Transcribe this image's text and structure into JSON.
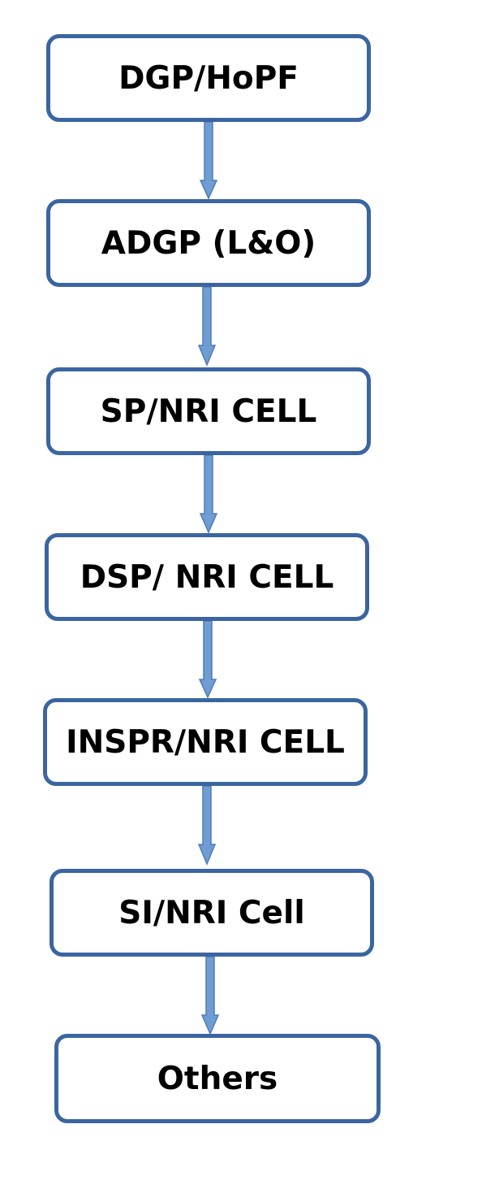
{
  "flowchart": {
    "nodes": [
      {
        "id": "dgp",
        "label": "DGP/HoPF"
      },
      {
        "id": "adgp",
        "label": "ADGP (L&O)"
      },
      {
        "id": "sp",
        "label": "SP/NRI CELL"
      },
      {
        "id": "dsp",
        "label": "DSP/ NRI CELL"
      },
      {
        "id": "inspr",
        "label": "INSPR/NRI CELL"
      },
      {
        "id": "si",
        "label": "SI/NRI Cell"
      },
      {
        "id": "others",
        "label": "Others"
      }
    ],
    "edges": [
      {
        "from": "dgp",
        "to": "adgp"
      },
      {
        "from": "adgp",
        "to": "sp"
      },
      {
        "from": "sp",
        "to": "dsp"
      },
      {
        "from": "dsp",
        "to": "inspr"
      },
      {
        "from": "inspr",
        "to": "si"
      },
      {
        "from": "si",
        "to": "others"
      }
    ],
    "colors": {
      "box_border": "#3b65a0",
      "arrow_fill": "#6f9cd2",
      "arrow_stroke": "#4f7cb8",
      "text": "#000000"
    }
  }
}
